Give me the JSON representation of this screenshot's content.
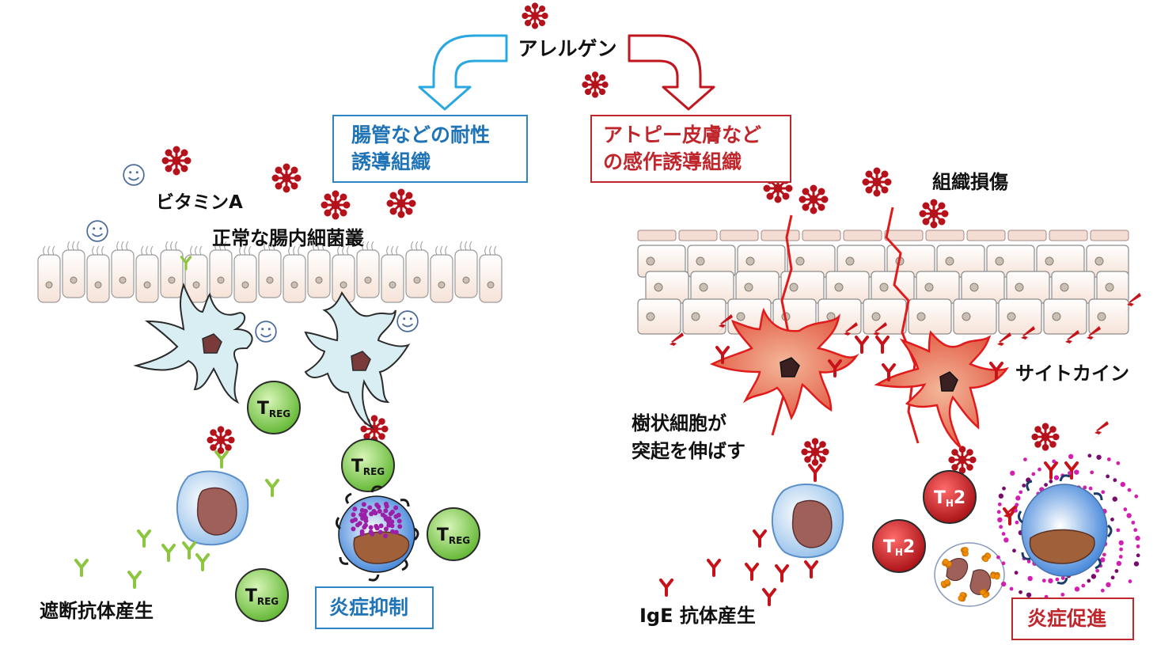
{
  "allergen": "アレルゲン",
  "tolerance_box": {
    "line1": "腸管などの耐性",
    "line2": "誘導組織"
  },
  "sensitization_box": {
    "line1": "アトピー皮膚など",
    "line2": "の感作誘導組織"
  },
  "vitamin_a": "ビタミンA",
  "microbiota": "正常な腸内細菌叢",
  "tissue_damage": "組織損傷",
  "cytokine": "サイトカイン",
  "dendritic": {
    "line1": "樹状細胞が",
    "line2": "突起を伸ばす"
  },
  "blocking_antibody": "遮断抗体産生",
  "ige_antibody": "IgE 抗体産生",
  "suppression": "炎症抑制",
  "promotion": "炎症促進",
  "treg": {
    "main": "T",
    "sub": "REG"
  },
  "th2": {
    "main": "T",
    "sub": "H",
    "suffix": "2"
  },
  "colors": {
    "allergen": "#b5121b",
    "blue_arrow": "#29a8e0",
    "red_arrow": "#c0161d",
    "treg": "#7fcf4a",
    "th2": "#c8121a",
    "antibody_green": "#8cc63f",
    "antibody_red": "#c8121a"
  }
}
